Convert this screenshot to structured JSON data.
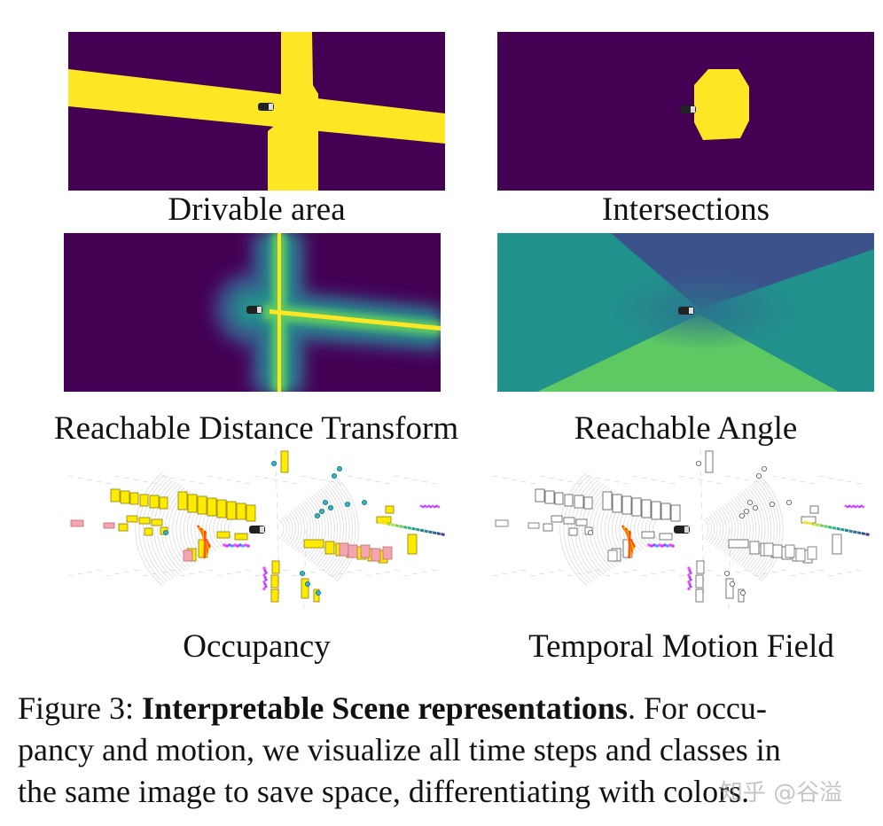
{
  "panels": {
    "drivable": {
      "label": "Drivable area"
    },
    "intersections": {
      "label": "Intersections"
    },
    "distance": {
      "label": "Reachable Distance Transform"
    },
    "angle": {
      "label": "Reachable Angle"
    },
    "occupancy": {
      "label": "Occupancy"
    },
    "motion": {
      "label": "Temporal Motion Field"
    }
  },
  "caption": {
    "prefix": "Figure 3: ",
    "bold": "Interpretable Scene representations",
    "line1_rest": ". For occu-",
    "line2": "pancy and motion, we visualize all time steps and classes in",
    "line3": "the same image to save space, differentiating with colors."
  },
  "watermark": "知乎 @谷溢",
  "colors": {
    "viridis_dark": "#440154",
    "viridis_yellow": "#fde725",
    "viridis_teal": "#21918c",
    "viridis_blue": "#3b528b",
    "viridis_green": "#5ec962",
    "occupancy_box": "#ffeb00",
    "pedestrian": "#2fb7c4"
  }
}
